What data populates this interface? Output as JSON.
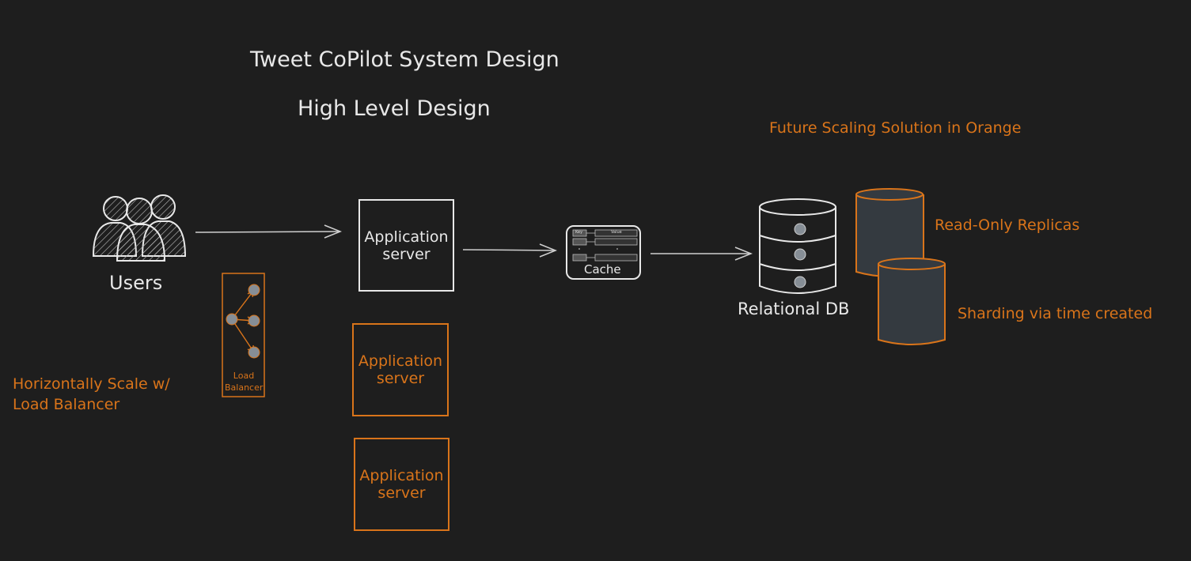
{
  "titles": {
    "main": "Tweet CoPilot System Design",
    "sub": "High Level Design"
  },
  "legend": {
    "future_scaling": "Future Scaling Solution in Orange"
  },
  "nodes": {
    "users": "Users",
    "app_server_primary": "Application server",
    "app_server_scale_1": "Application server",
    "app_server_scale_2": "Application server",
    "cache": "Cache",
    "cache_key": "Key",
    "cache_value": "Value",
    "relational_db": "Relational DB",
    "load_balancer": "Load Balancer"
  },
  "annotations": {
    "horizontal_scale_line1": "Horizontally Scale w/",
    "horizontal_scale_line2": "Load Balancer",
    "read_replicas": "Read-Only Replicas",
    "sharding": "Sharding via time created"
  },
  "colors": {
    "background": "#1e1e1e",
    "stroke_primary": "#e8e8e8",
    "future_accent": "#d9741a",
    "db_fill": "#343a40",
    "db_dot": "#868e96"
  }
}
